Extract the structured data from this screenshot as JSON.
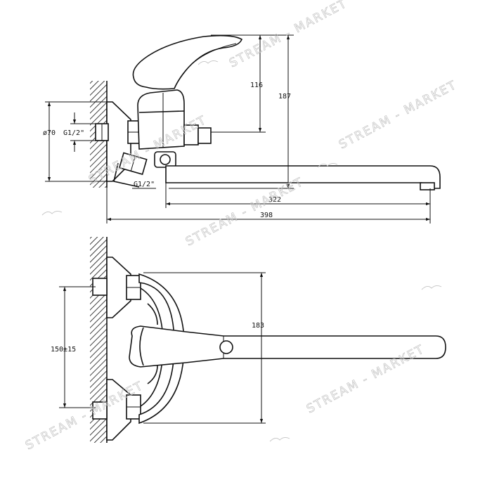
{
  "side_view": {
    "dims": {
      "handle_height": "116",
      "total_height": "187",
      "spout_reach": "322",
      "total_length": "398",
      "escutcheon_dia": "ø70",
      "thread_top": "G1/2\"",
      "thread_bottom": "G1/2\""
    }
  },
  "front_view": {
    "dims": {
      "center_distance": "150±15",
      "body_height": "183"
    }
  },
  "watermark": {
    "text": "STREAM - MARKET",
    "icon": "bird-icon"
  },
  "colors": {
    "line": "#111111",
    "watermark": "#c4c4c4"
  }
}
